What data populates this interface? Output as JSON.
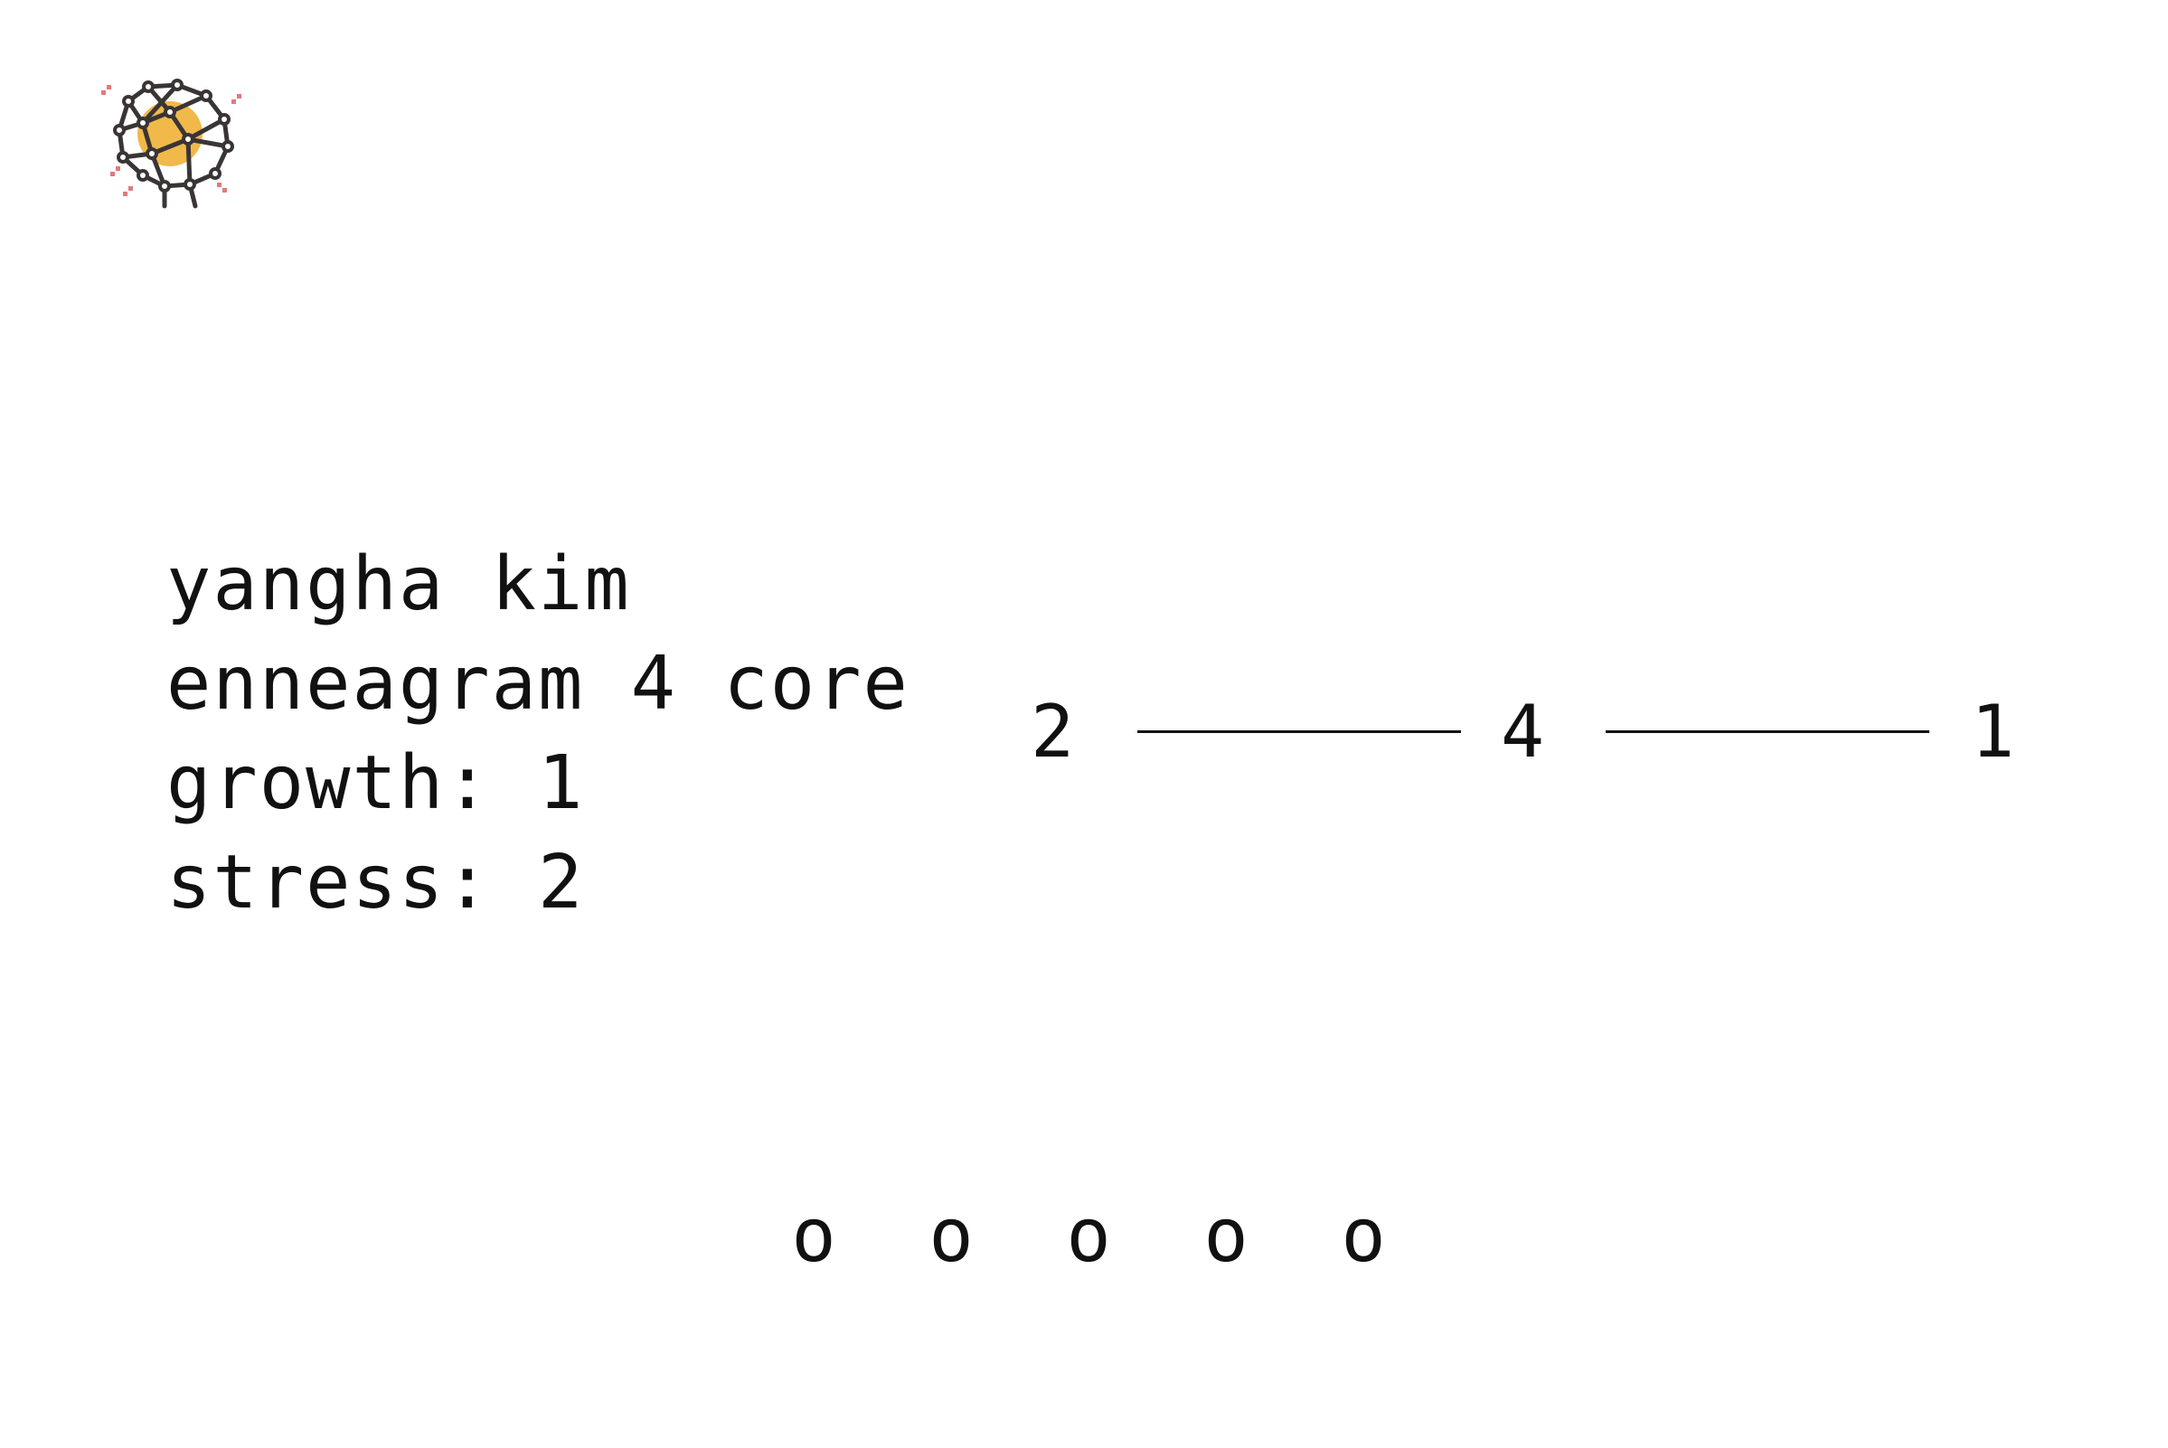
{
  "profile": {
    "name": "yangha kim",
    "core": "enneagram 4 core",
    "growth": "growth: 1",
    "stress": "stress: 2"
  },
  "path": {
    "stress_number": "2",
    "core_number": "4",
    "growth_number": "1"
  },
  "pager": {
    "dots": [
      "o",
      "o",
      "o",
      "o",
      "o"
    ]
  },
  "colors": {
    "text": "#111111",
    "logo_dark": "#3a3535",
    "logo_accent": "#f0b94a",
    "logo_sparkle": "#e07a7a",
    "background": "#ffffff"
  }
}
